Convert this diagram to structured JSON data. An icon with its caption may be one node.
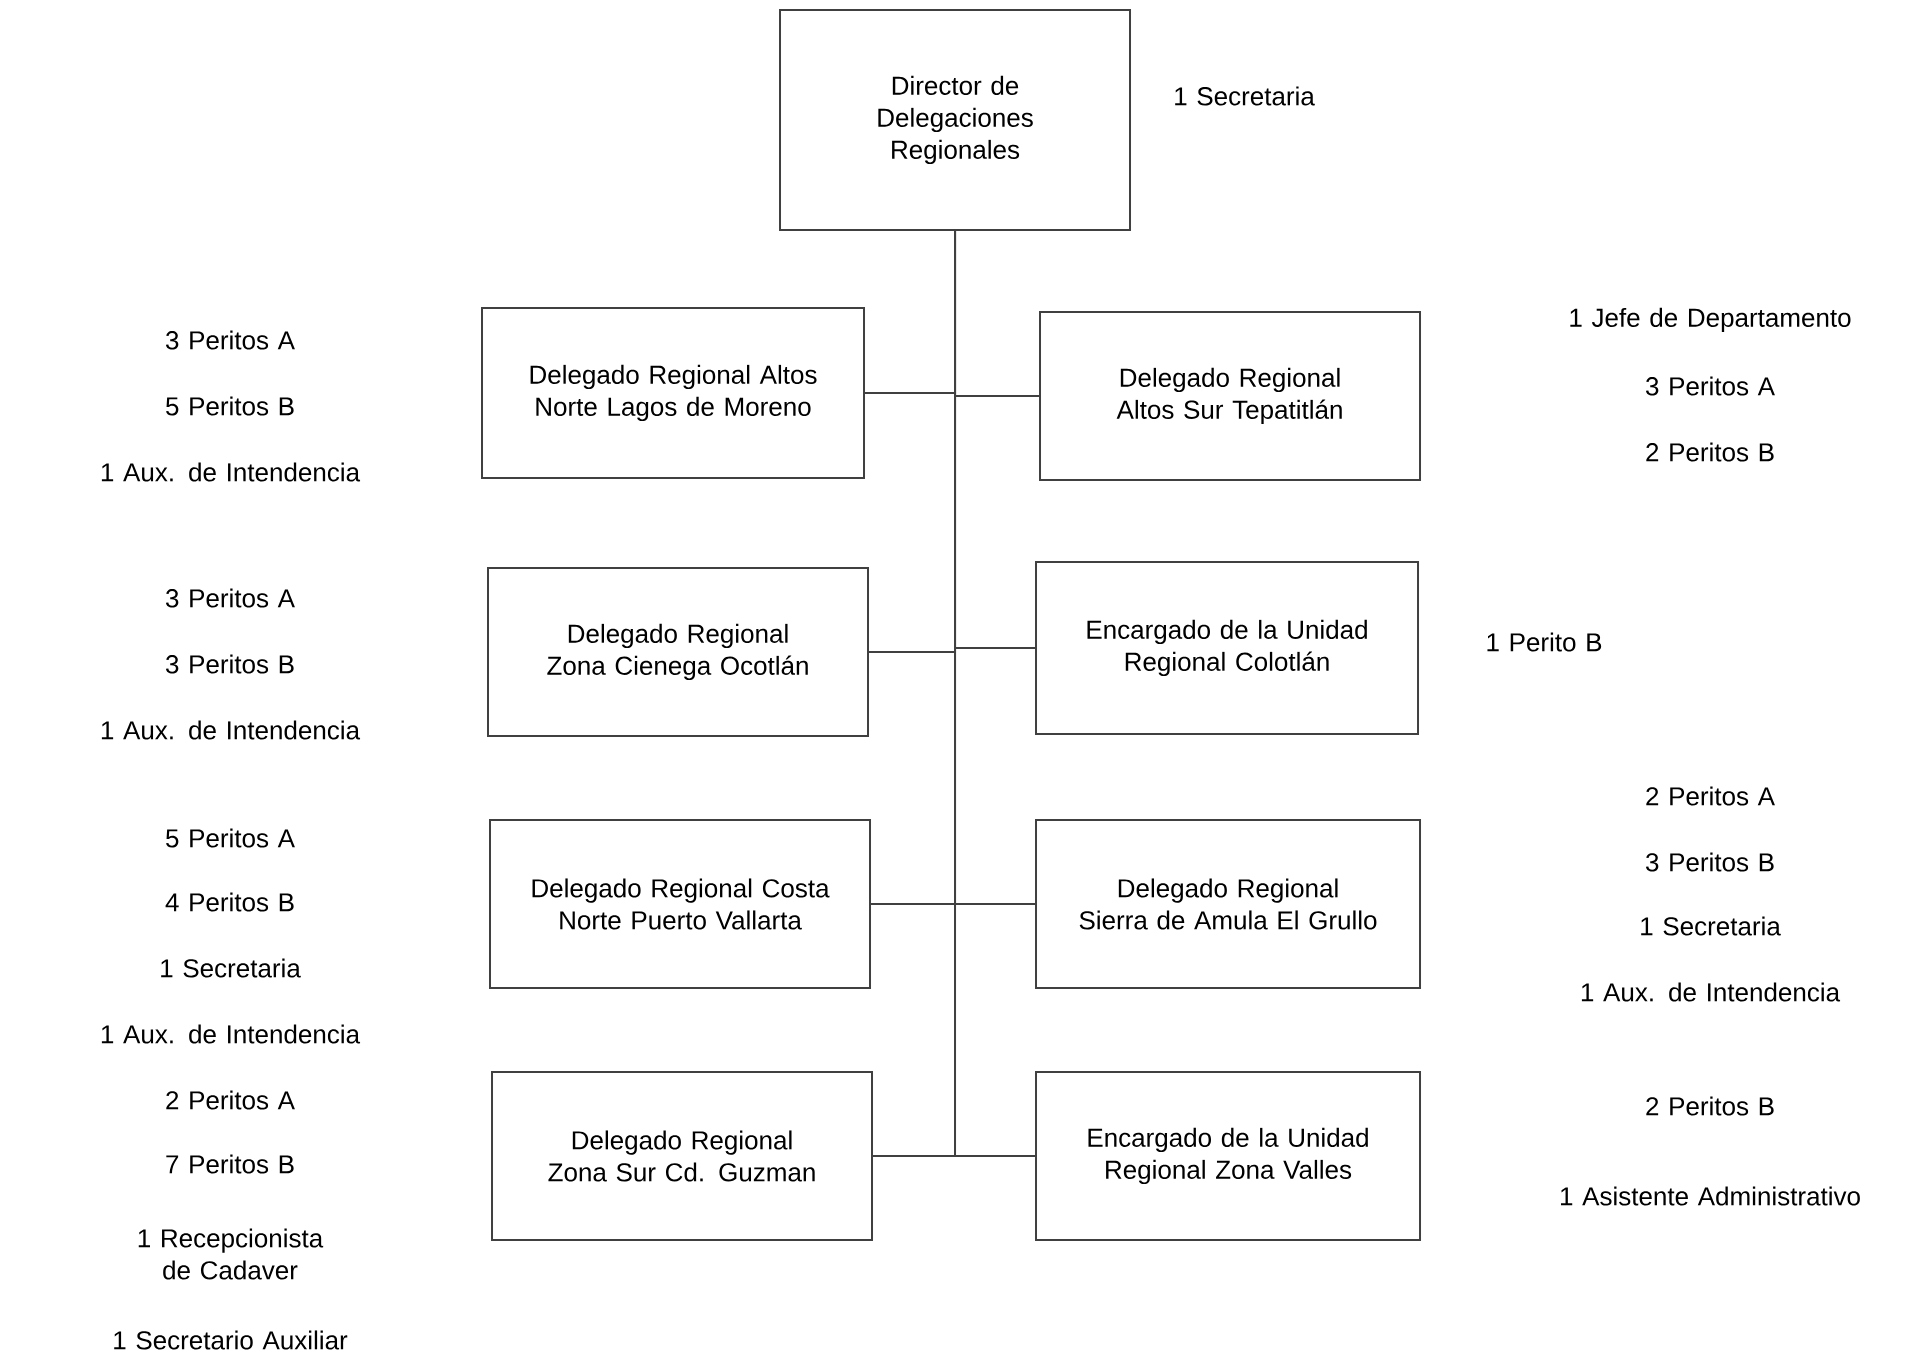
{
  "diagram": {
    "nodes": [
      {
        "text": [
          "Director de Delegaciones Regionales"
        ],
        "beside": [
          "1 Secretaria"
        ]
      },
      {
        "text": [
          "Delegado Regional Altos Norte Lagos de Moreno"
        ],
        "beside": [
          "3 Peritos A",
          "5 Peritos B",
          "1 Aux. de Intendencia"
        ]
      },
      {
        "text": [
          "Delegado Regional Altos Sur Tepatitlán"
        ],
        "beside": [
          "1 Jefe de Departamento",
          "3 Peritos A",
          "2 Peritos B"
        ]
      },
      {
        "text": [
          "Delegado Regional Zona Cienega Ocotlán"
        ],
        "beside": [
          "3 Peritos A",
          "3 Peritos B",
          "1 Aux. de Intendencia"
        ]
      },
      {
        "text": [
          "Encargado de la Unidad Regional Colotlán"
        ],
        "beside": [
          "1 Perito B"
        ]
      },
      {
        "text": [
          "Delegado Regional Costa Norte Puerto Vallarta"
        ],
        "beside": [
          "5 Peritos A",
          "4 Peritos B",
          "1 Secretaria",
          "1 Aux. de Intendencia"
        ]
      },
      {
        "text": [
          "Delegado Regional Sierra de Amula El Grullo"
        ],
        "beside": [
          "2 Peritos A",
          "3 Peritos B",
          "1 Secretaria",
          "1 Aux. de Intendencia"
        ]
      },
      {
        "text": [
          "Delegado Regional Zona Sur Cd. Guzman"
        ],
        "beside": [
          "2 Peritos A",
          "7 Peritos B",
          "1 Recepcionista de Cadaver",
          "1 Secretario Auxiliar"
        ]
      },
      {
        "text": [
          "Encargado de la Unidad Regional Zona Valles"
        ],
        "beside": [
          "2 Peritos B",
          "1 Asistente Administrativo"
        ]
      }
    ],
    "edges": [
      {
        "from": 0,
        "to": 1,
        "arrow": "none"
      },
      {
        "from": 0,
        "to": 2,
        "arrow": "none"
      },
      {
        "from": 0,
        "to": 3,
        "arrow": "none"
      },
      {
        "from": 0,
        "to": 4,
        "arrow": "none"
      },
      {
        "from": 0,
        "to": 5,
        "arrow": "none"
      },
      {
        "from": 0,
        "to": 6,
        "arrow": "none"
      },
      {
        "from": 0,
        "to": 7,
        "arrow": "none"
      },
      {
        "from": 0,
        "to": 8,
        "arrow": "none"
      }
    ]
  }
}
